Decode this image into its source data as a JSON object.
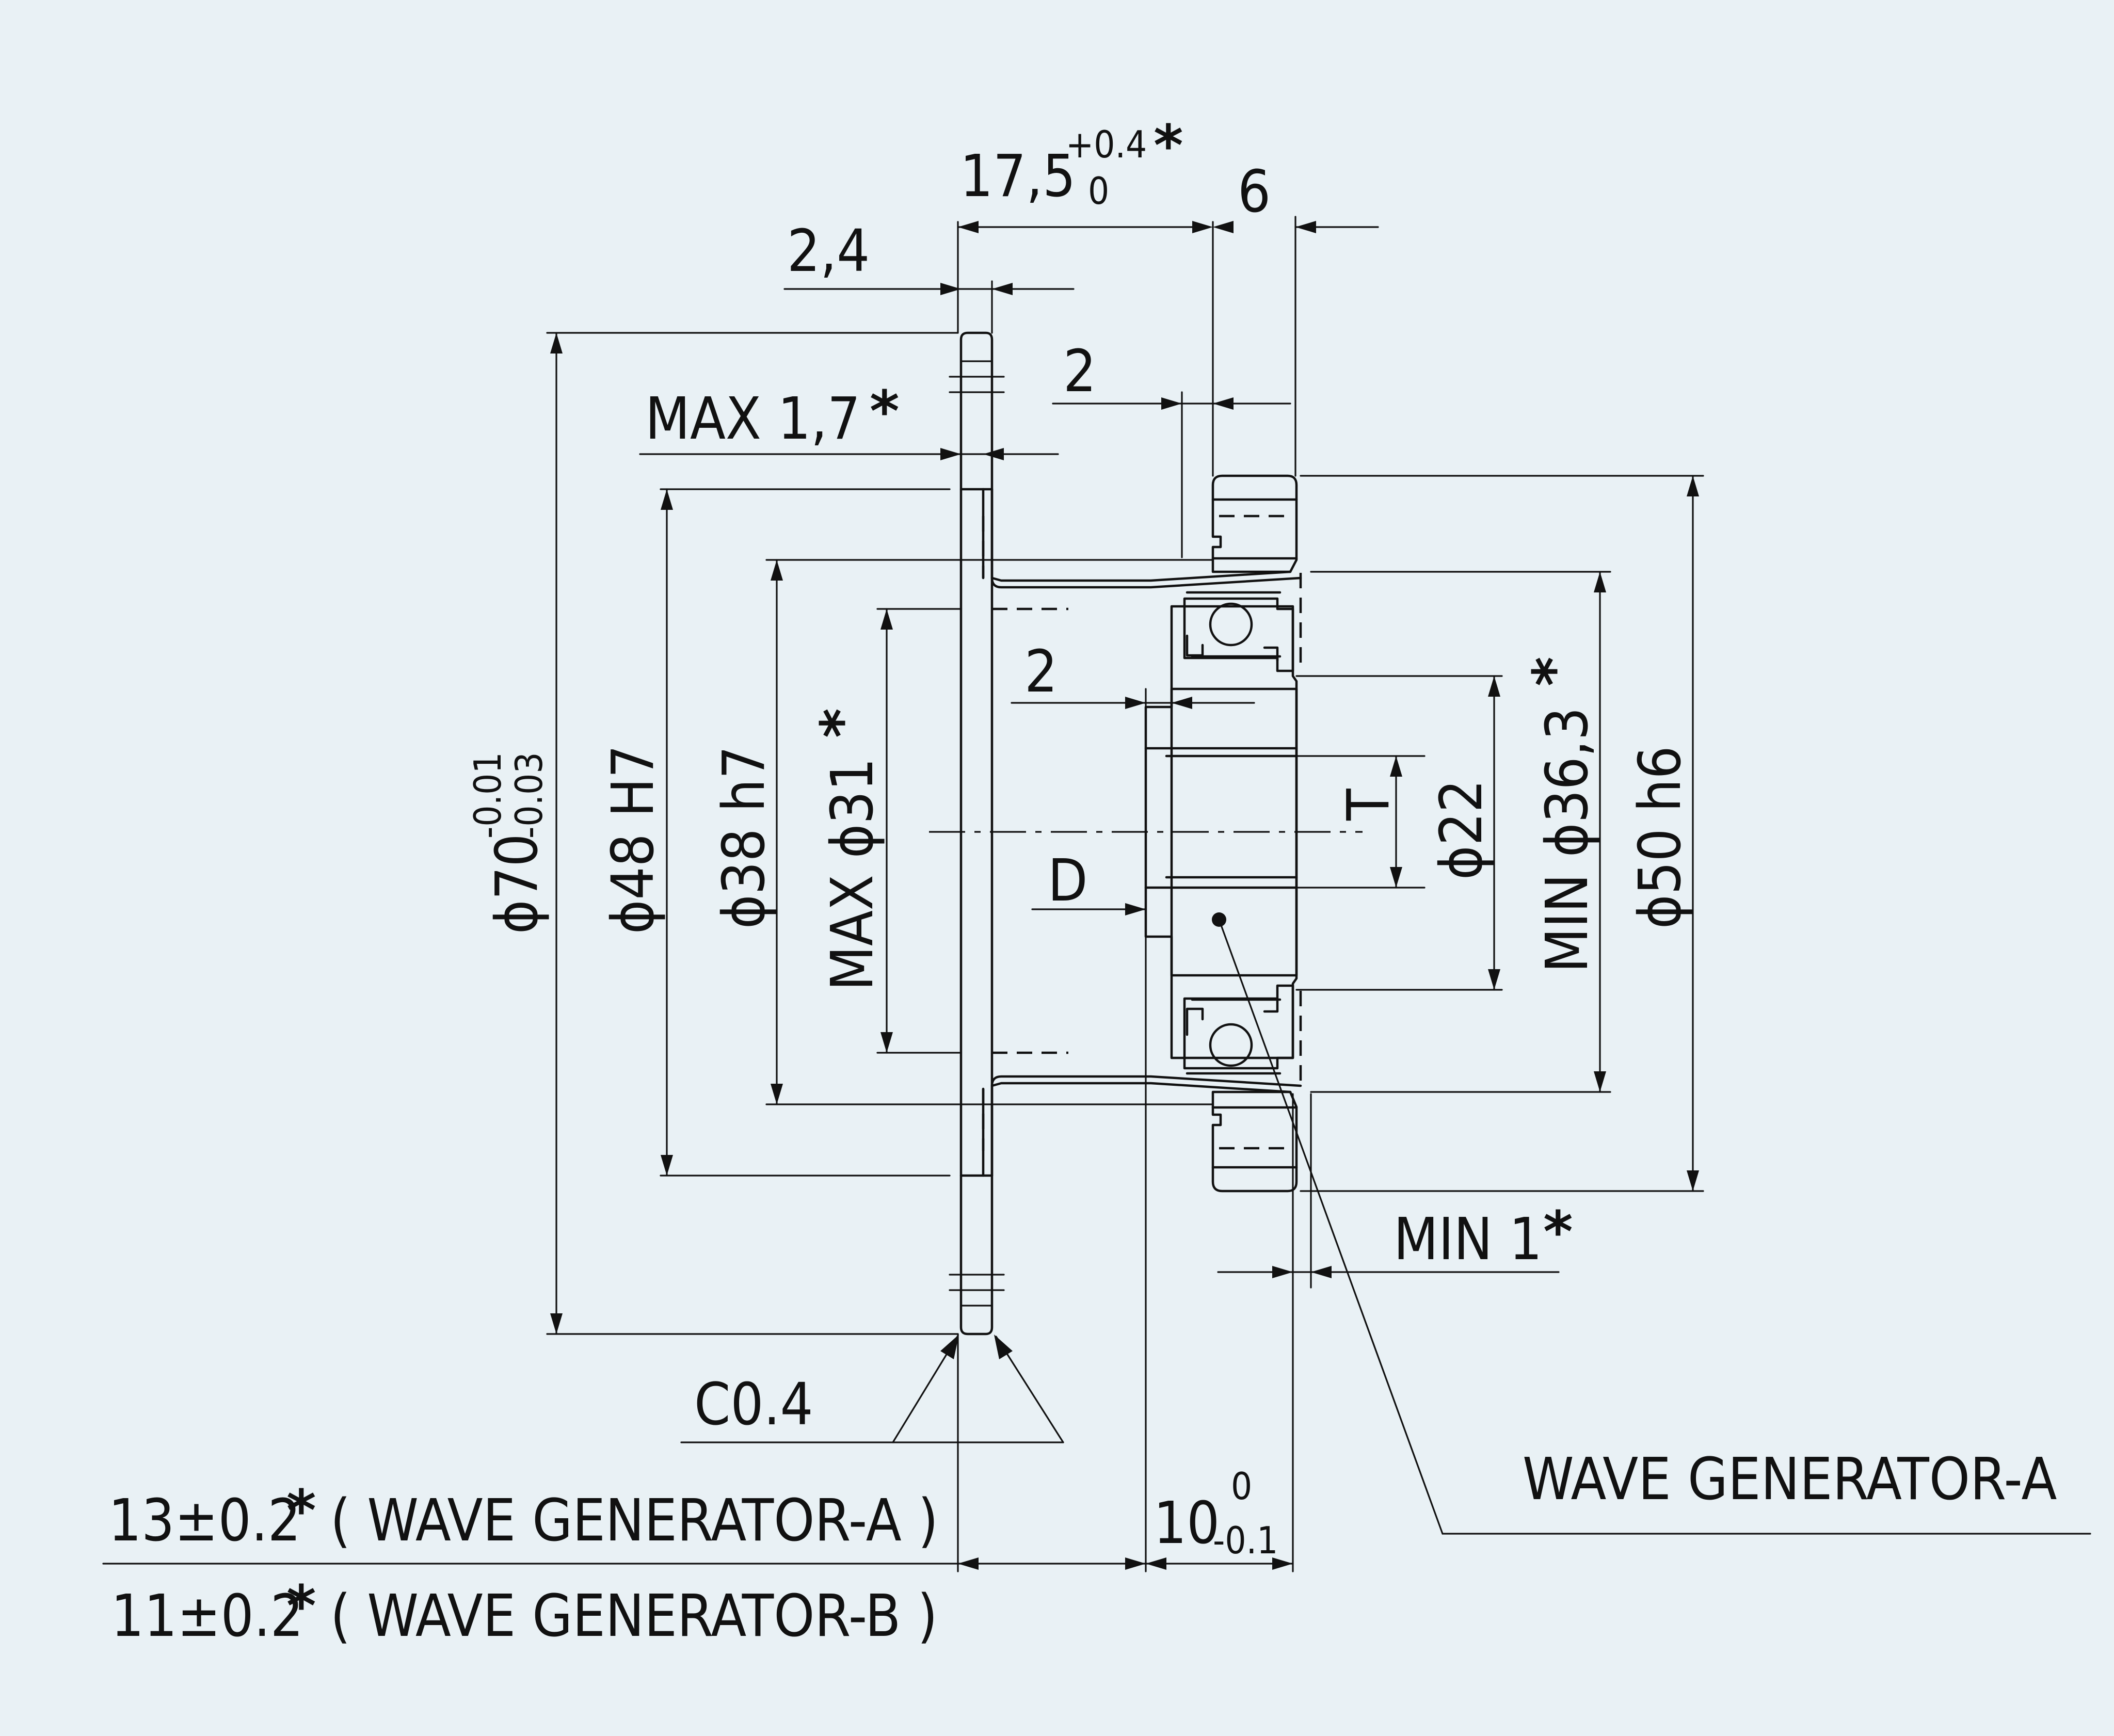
{
  "dimensions": {
    "total_length": {
      "base": "17,5",
      "upper_tol": "+0.4",
      "lower_tol": "0",
      "mark": "*"
    },
    "gap_6": "6",
    "flange_2_4": "2,4",
    "step_2_top": "2",
    "max_1_7": {
      "text": "MAX 1,7",
      "mark": "*"
    },
    "step_2_mid": "2",
    "dia_70": {
      "base": "ϕ70",
      "upper_tol": "-0.01",
      "lower_tol": "-0.03"
    },
    "dia_48": "ϕ48 H7",
    "dia_38": "ϕ38 h7",
    "max_dia_31": {
      "text": "MAX ϕ31",
      "mark": "*"
    },
    "dia_22": "ϕ22",
    "min_dia_36_3": {
      "text": "MIN ϕ36,3",
      "mark": "*"
    },
    "dia_50": "ϕ50 h6",
    "keyway_t": "T",
    "bore_d": "D",
    "min_1": {
      "text": "MIN 1",
      "mark": "*"
    },
    "chamfer": "C0.4",
    "wg_length": {
      "base": "10",
      "upper_tol": "0",
      "lower_tol": "-0.1"
    }
  },
  "labels": {
    "wave_generator_a": "WAVE GENERATOR-A",
    "length_a": {
      "value": "13±0.2",
      "mark": "*",
      "note": "( WAVE GENERATOR-A )"
    },
    "length_b": {
      "value": "11±0.2",
      "mark": "*",
      "note": "( WAVE GENERATOR-B )"
    }
  },
  "colors": {
    "background": "#e9f1f5",
    "line": "#111111"
  }
}
